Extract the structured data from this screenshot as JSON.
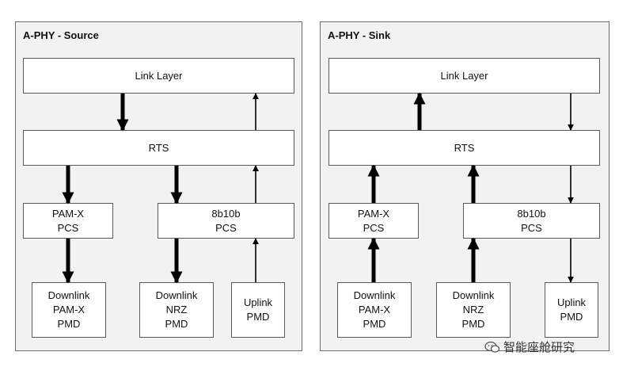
{
  "source": {
    "title": "A-PHY - Source",
    "link_layer": "Link Layer",
    "rts": "RTS",
    "pcs_pam": "PAM-X\nPCS",
    "pcs_8b10b": "8b10b\nPCS",
    "pmd_pam": "Downlink\nPAM-X\nPMD",
    "pmd_nrz": "Downlink\nNRZ\nPMD",
    "pmd_uplink": "Uplink\nPMD"
  },
  "sink": {
    "title": "A-PHY - Sink",
    "link_layer": "Link Layer",
    "rts": "RTS",
    "pcs_pam": "PAM-X\nPCS",
    "pcs_8b10b": "8b10b\nPCS",
    "pmd_pam": "Downlink\nPAM-X\nPMD",
    "pmd_nrz": "Downlink\nNRZ\nPMD",
    "pmd_uplink": "Uplink\nPMD"
  },
  "watermark": {
    "text": "智能座舱研究"
  },
  "colors": {
    "panel_bg": "#f2f2f2",
    "border": "#5a5a5a",
    "arrow": "#000000"
  }
}
